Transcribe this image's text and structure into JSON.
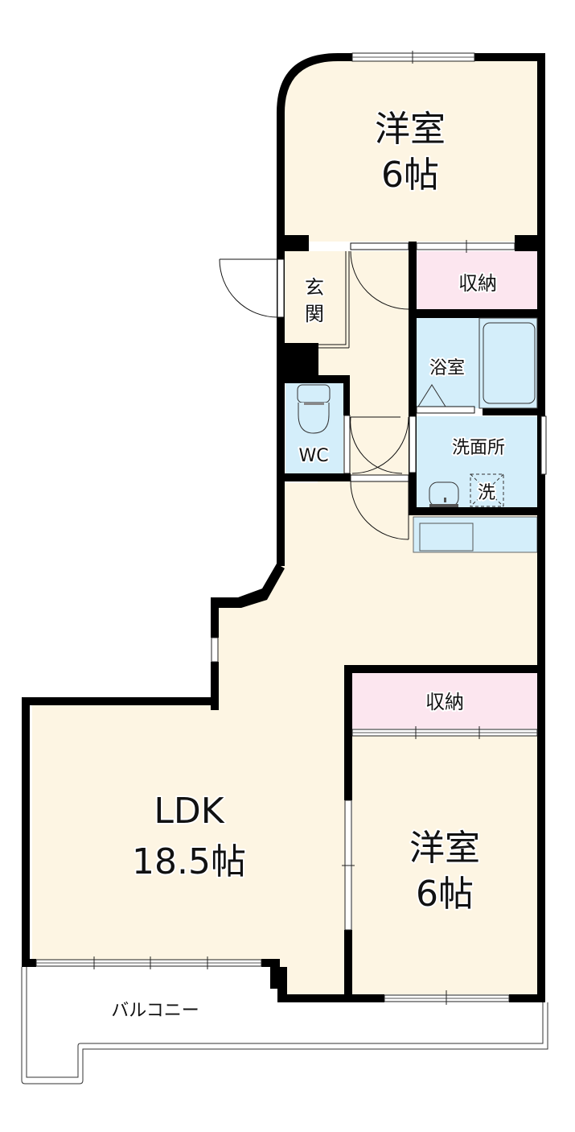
{
  "floorplan": {
    "colors": {
      "room": "#fdf5e3",
      "storage": "#fce6ef",
      "wet": "#d4eefa",
      "wall": "#000000",
      "background": "#ffffff"
    },
    "rooms": {
      "western_room_top": {
        "name": "洋室",
        "size": "6帖"
      },
      "storage_top": {
        "name": "収納"
      },
      "entrance": {
        "name_line1": "玄",
        "name_line2": "関"
      },
      "bathroom": {
        "name": "浴室"
      },
      "toilet": {
        "name": "WC"
      },
      "washroom": {
        "name": "洗面所",
        "washer": "洗"
      },
      "ldk": {
        "name": "LDK",
        "size": "18.5帖"
      },
      "storage_bottom": {
        "name": "収納"
      },
      "western_room_bottom": {
        "name": "洋室",
        "size": "6帖"
      },
      "balcony": {
        "name": "バルコニー"
      }
    }
  }
}
